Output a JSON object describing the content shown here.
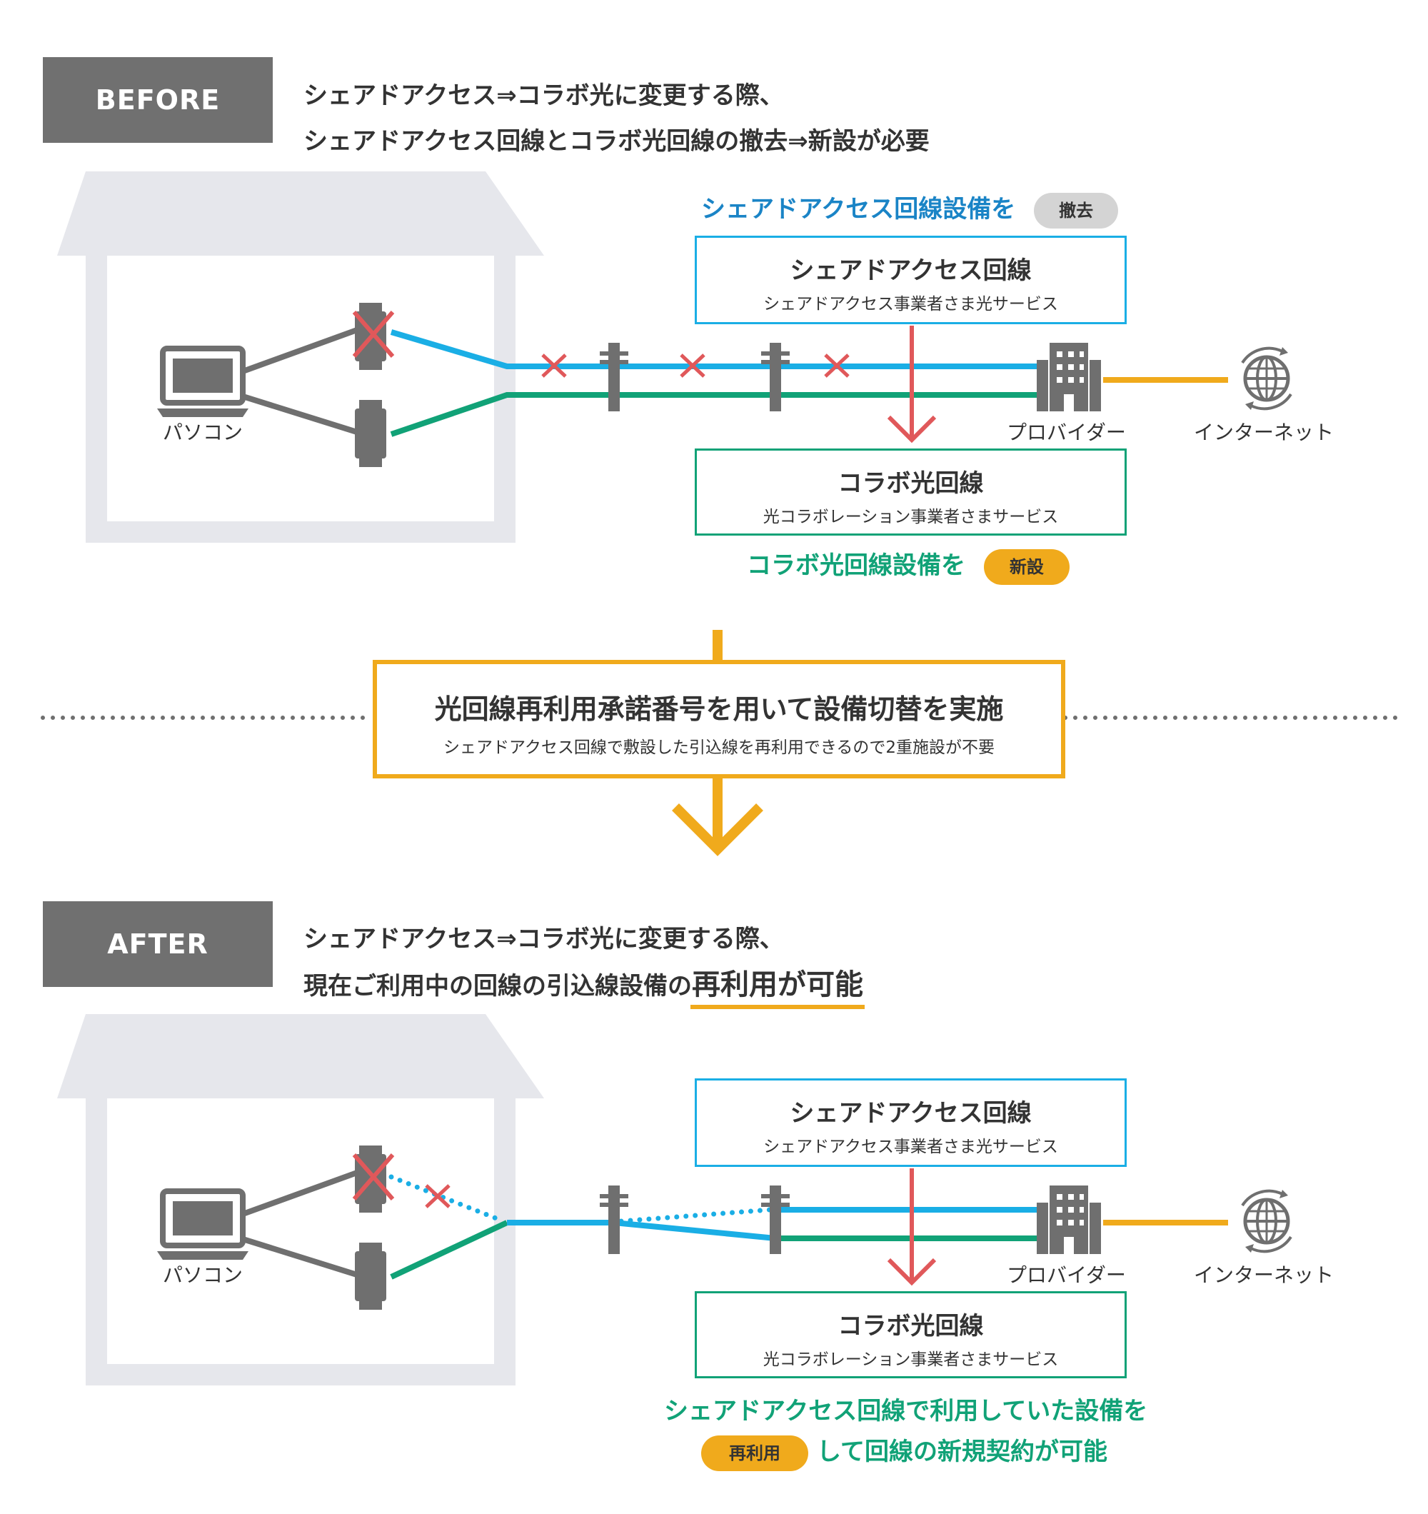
{
  "colors": {
    "share_blue": "#1aaee5",
    "collabo_green": "#11a277",
    "accent_orange": "#f0aa1c",
    "remove_red": "#e0585a",
    "tag_gray": "#707070",
    "house_gray": "#e6e7ec",
    "device_gray": "#6f6f6f"
  },
  "before": {
    "tag": "BEFORE",
    "headline": [
      "シェアドアクセス⇒コラボ光に変更する際、",
      "シェアドアクセス回線とコラボ光回線の撤去⇒新設が必要"
    ],
    "removal_caption": "シェアドアクセス回線設備を",
    "removal_badge": "撤去",
    "share_box": {
      "title": "シェアドアクセス回線",
      "subtitle": "シェアドアクセス事業者さま光サービス"
    },
    "collabo_box": {
      "title": "コラボ光回線",
      "subtitle": "光コラボレーション事業者さまサービス"
    },
    "new_caption": "コラボ光回線設備を",
    "new_badge": "新設",
    "pc_label": "パソコン",
    "provider_label": "プロバイダー",
    "internet_label": "インターネット"
  },
  "middle": {
    "title": "光回線再利用承諾番号を用いて設備切替を実施",
    "subtitle": "シェアドアクセス回線で敷設した引込線を再利用できるので2重施設が不要"
  },
  "after": {
    "tag": "AFTER",
    "headline_line1": "シェアドアクセス⇒コラボ光に変更する際、",
    "headline_line2_prefix": "現在ご利用中の回線の引込線設備の",
    "headline_line2_emph": "再利用が可能",
    "share_box": {
      "title": "シェアドアクセス回線",
      "subtitle": "シェアドアクセス事業者さま光サービス"
    },
    "collabo_box": {
      "title": "コラボ光回線",
      "subtitle": "光コラボレーション事業者さまサービス"
    },
    "caption_line1": "シェアドアクセス回線で利用していた設備を",
    "reuse_badge": "再利用",
    "caption_line2": "して回線の新規契約が可能",
    "pc_label": "パソコン",
    "provider_label": "プロバイダー",
    "internet_label": "インターネット"
  }
}
